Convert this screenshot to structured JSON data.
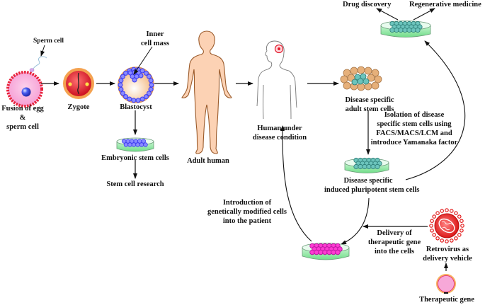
{
  "colors": {
    "egg_fill": "#f7a8d8",
    "egg_ring": "#e8243c",
    "zygote_fill": "#e01e2a",
    "zygote_ring": "#f4a250",
    "blastocyst_cells": "#3a3af0",
    "skin": "#fcd2b4",
    "skin_outline": "#9a5a2a",
    "dish_liquid": "#8ee8a0",
    "stem_cells_teal": "#3aa6a0",
    "adult_cells_tan": "#e6b07a",
    "gm_cells_magenta": "#ff3ad2",
    "retrovirus_red": "#e21b1b",
    "arrow": "#111111"
  },
  "labels": {
    "sperm_cell": "Sperm cell",
    "fusion": [
      "Fusion of egg",
      "&",
      "sperm cell"
    ],
    "zygote": "Zygote",
    "inner_cell_mass": [
      "Inner",
      "cell mass"
    ],
    "blastocyst": "Blastocyst",
    "embryonic_stem_cells": "Embryonic stem cells",
    "stem_cell_research": "Stem cell research",
    "adult_human": "Adult human",
    "human_disease": [
      "Human under",
      "disease condition"
    ],
    "drug_discovery": "Drug discovery",
    "regenerative_medicine": "Regenerative medicine",
    "disease_adult_stem": [
      "Disease specific",
      "adult stem cells"
    ],
    "isolation": [
      "Isolation of disease",
      "specific stem cells using",
      "FACS/MACS/LCM and",
      "introduce Yamanaka factor"
    ],
    "ipsc": [
      "Disease specific",
      "induced pluripotent stem cells"
    ],
    "introduction": [
      "Introduction of",
      "genetically modified cells",
      "into the patient"
    ],
    "delivery": [
      "Delivery of",
      "therapeutic gene",
      "into the cells"
    ],
    "retrovirus": [
      "Retrovirus as",
      "delivery vehicle"
    ],
    "therapeutic_gene": "Therapeutic gene"
  }
}
